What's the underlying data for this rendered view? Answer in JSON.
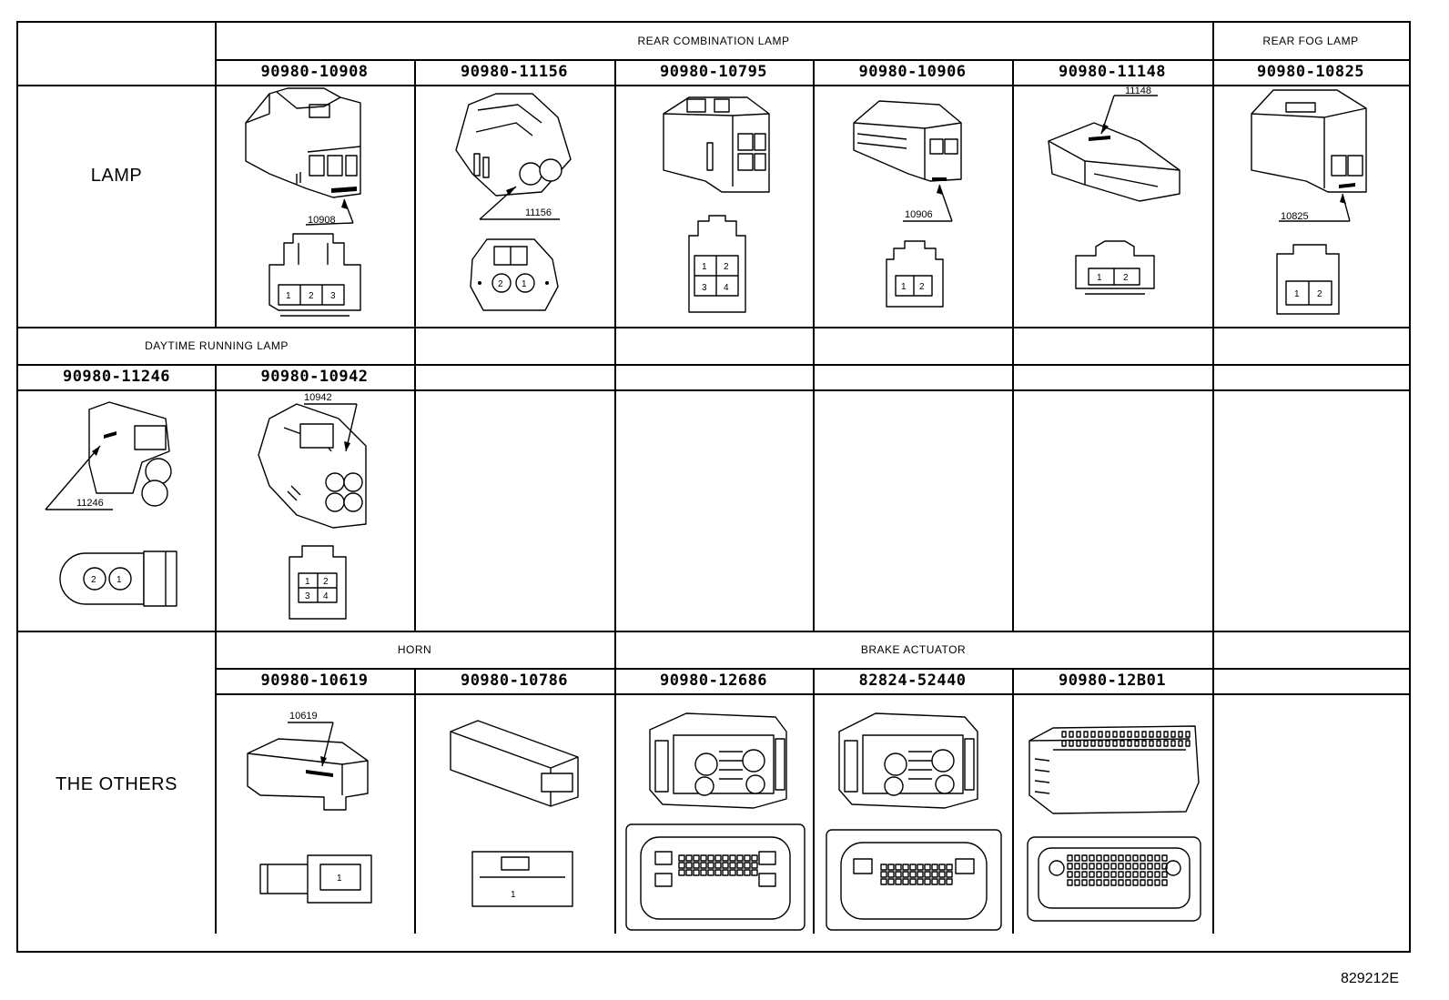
{
  "rows": [
    {
      "label": "LAMP",
      "groups": [
        {
          "title": "REAR COMBINATION LAMP"
        },
        {
          "title": "REAR FOG LAMP"
        }
      ],
      "parts": [
        {
          "number": "90980-10908",
          "callout": "10908",
          "pins": [
            "1",
            "2",
            "3"
          ]
        },
        {
          "number": "90980-11156",
          "callout": "11156",
          "pins": [
            "2",
            "1"
          ]
        },
        {
          "number": "90980-10795",
          "callout": "",
          "pins": [
            "1",
            "2",
            "3",
            "4"
          ]
        },
        {
          "number": "90980-10906",
          "callout": "10906",
          "pins": [
            "1",
            "2"
          ]
        },
        {
          "number": "90980-11148",
          "callout": "11148",
          "pins": [
            "1",
            "2"
          ]
        },
        {
          "number": "90980-10825",
          "callout": "10825",
          "pins": [
            "1",
            "2"
          ]
        }
      ]
    },
    {
      "label": "",
      "groups": [
        {
          "title": "DAYTIME RUNNING LAMP"
        }
      ],
      "parts": [
        {
          "number": "90980-11246",
          "callout": "11246",
          "pins": [
            "2",
            "1"
          ]
        },
        {
          "number": "90980-10942",
          "callout": "10942",
          "pins": [
            "1",
            "2",
            "3",
            "4"
          ]
        }
      ]
    },
    {
      "label": "THE OTHERS",
      "groups": [
        {
          "title": "HORN"
        },
        {
          "title": "BRAKE ACTUATOR"
        }
      ],
      "parts": [
        {
          "number": "90980-10619",
          "callout": "10619",
          "pins": [
            "1"
          ]
        },
        {
          "number": "90980-10786",
          "callout": "",
          "pins": [
            "1"
          ]
        },
        {
          "number": "90980-12686",
          "callout": "",
          "pins": []
        },
        {
          "number": "82824-52440",
          "callout": "",
          "pins": []
        },
        {
          "number": "90980-12B01",
          "callout": "",
          "pins": []
        }
      ]
    }
  ],
  "figure_ref": "829212E"
}
